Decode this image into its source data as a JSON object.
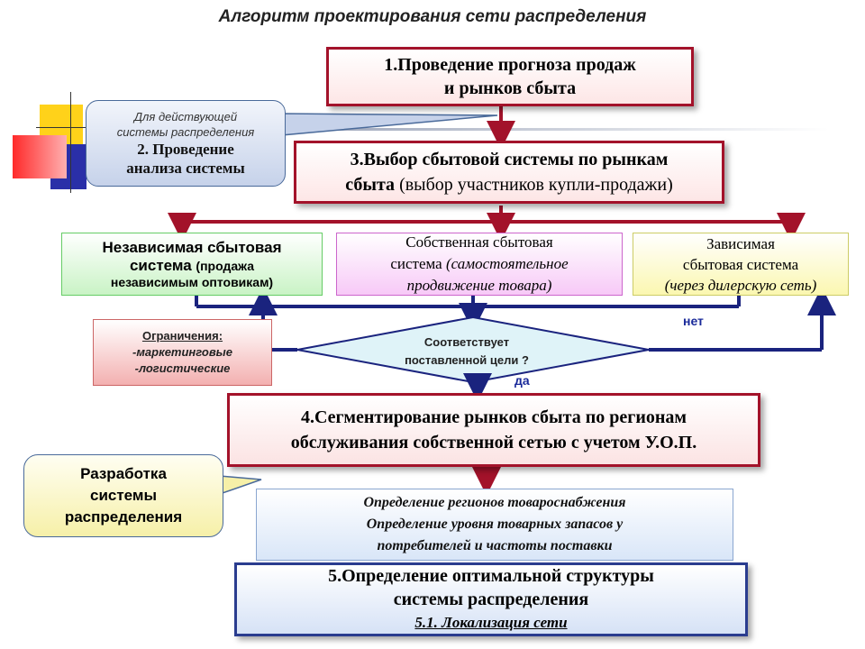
{
  "title": "Алгоритм проектирования сети распределения",
  "box1": {
    "line1": "1.Проведение прогноза продаж",
    "line2": "и рынков сбыта"
  },
  "callout_analysis": {
    "line1": "Для действующей",
    "line2": "системы распределения",
    "line3": "2. Проведение",
    "line4": "анализа системы"
  },
  "box3": {
    "bold1": "3.Выбор сбытовой системы по рынкам",
    "bold2": "сбыта",
    "rest2": " (выбор участников купли-продажи)"
  },
  "independent": {
    "line1": "Независимая сбытовая",
    "line2a": "система ",
    "line2b": "(продажа",
    "line3": "независимым оптовикам)"
  },
  "own": {
    "line1": "Собственная сбытовая",
    "line2a": "система ",
    "line2b": "(самостоятельное",
    "line3": "продвижение товара)"
  },
  "dependent": {
    "line1": "Зависимая",
    "line2": "сбытовая система",
    "line3": "(через дилерскую сеть)"
  },
  "limits": {
    "title": "Ограничения:",
    "item1": "-маркетинговые",
    "item2": "-логистические"
  },
  "decision": {
    "line1": "Соответствует",
    "line2": "поставленной цели ?"
  },
  "labels": {
    "no": "нет",
    "yes": "да"
  },
  "box4": {
    "line1": "4.Сегментирование рынков сбыта по регионам",
    "line2": "обслуживания собственной сетью  с учетом У.О.П."
  },
  "callout_dev": {
    "line1": "Разработка",
    "line2": "системы",
    "line3": "распределения"
  },
  "details": {
    "line1": "Определение регионов товароснабжения",
    "line2": "Определение уровня товарных запасов  у",
    "line3": "потребителей и частоты поставки"
  },
  "box5": {
    "line1": "5.Определение оптимальной структуры",
    "line2": "системы распределения",
    "line3": "5.1. Локализация сети"
  },
  "colors": {
    "dark_red": "#a3122a",
    "navy": "#1a237e",
    "decision_fill": "#dff3f8"
  }
}
